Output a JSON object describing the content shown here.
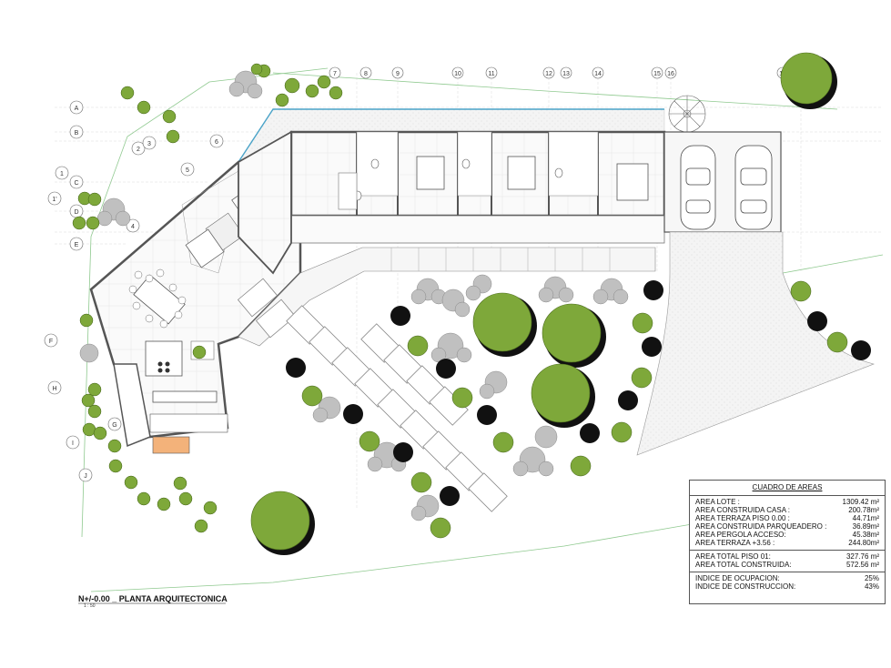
{
  "drawing": {
    "title": "N+/-0.00 _ PLANTA ARQUITECTONICA",
    "scale": "1 : 50"
  },
  "grid_axes": {
    "columns": [
      "7",
      "8",
      "9",
      "10",
      "11",
      "12",
      "13",
      "14",
      "15",
      "16",
      "17"
    ],
    "rows": [
      "A",
      "B",
      "C",
      "1'",
      "D",
      "E",
      "F",
      "H",
      "G",
      "I",
      "J"
    ],
    "numbered": [
      "1",
      "2",
      "3",
      "4",
      "5",
      "6"
    ]
  },
  "area_table": {
    "header": "CUADRO DE AREAS",
    "section1": [
      {
        "label": "AREA LOTE :",
        "value": "1309.42 m²"
      },
      {
        "label": "AREA CONSTRUIDA CASA :",
        "value": "200.78m²"
      },
      {
        "label": "AREA TERRAZA PISO 0.00 :",
        "value": "44.71m²"
      },
      {
        "label": "AREA CONSTRUIDA PARQUEADERO :",
        "value": "36.89m²"
      },
      {
        "label": "AREA PERGOLA ACCESO:",
        "value": "45.38m²"
      },
      {
        "label": "AREA TERRAZA +3.56 :",
        "value": "244.80m²"
      }
    ],
    "section2": [
      {
        "label": "AREA TOTAL PISO 01:",
        "value": "327.76 m²"
      },
      {
        "label": "AREA TOTAL CONSTRUIDA:",
        "value": "572.56 m²"
      }
    ],
    "section3": [
      {
        "label": "INDICE DE OCUPACION:",
        "value": "25%"
      },
      {
        "label": "INDICE DE CONSTRUCCION:",
        "value": "43%"
      }
    ]
  },
  "colors": {
    "tree_green": "#7ea83a",
    "tree_dark": "#111111",
    "shrub_grey": "#b8b8b8",
    "wall": "#555555",
    "boundary": "#8fc98f",
    "glass": "#4aa3c8",
    "accent_floor": "#f3b27a"
  }
}
